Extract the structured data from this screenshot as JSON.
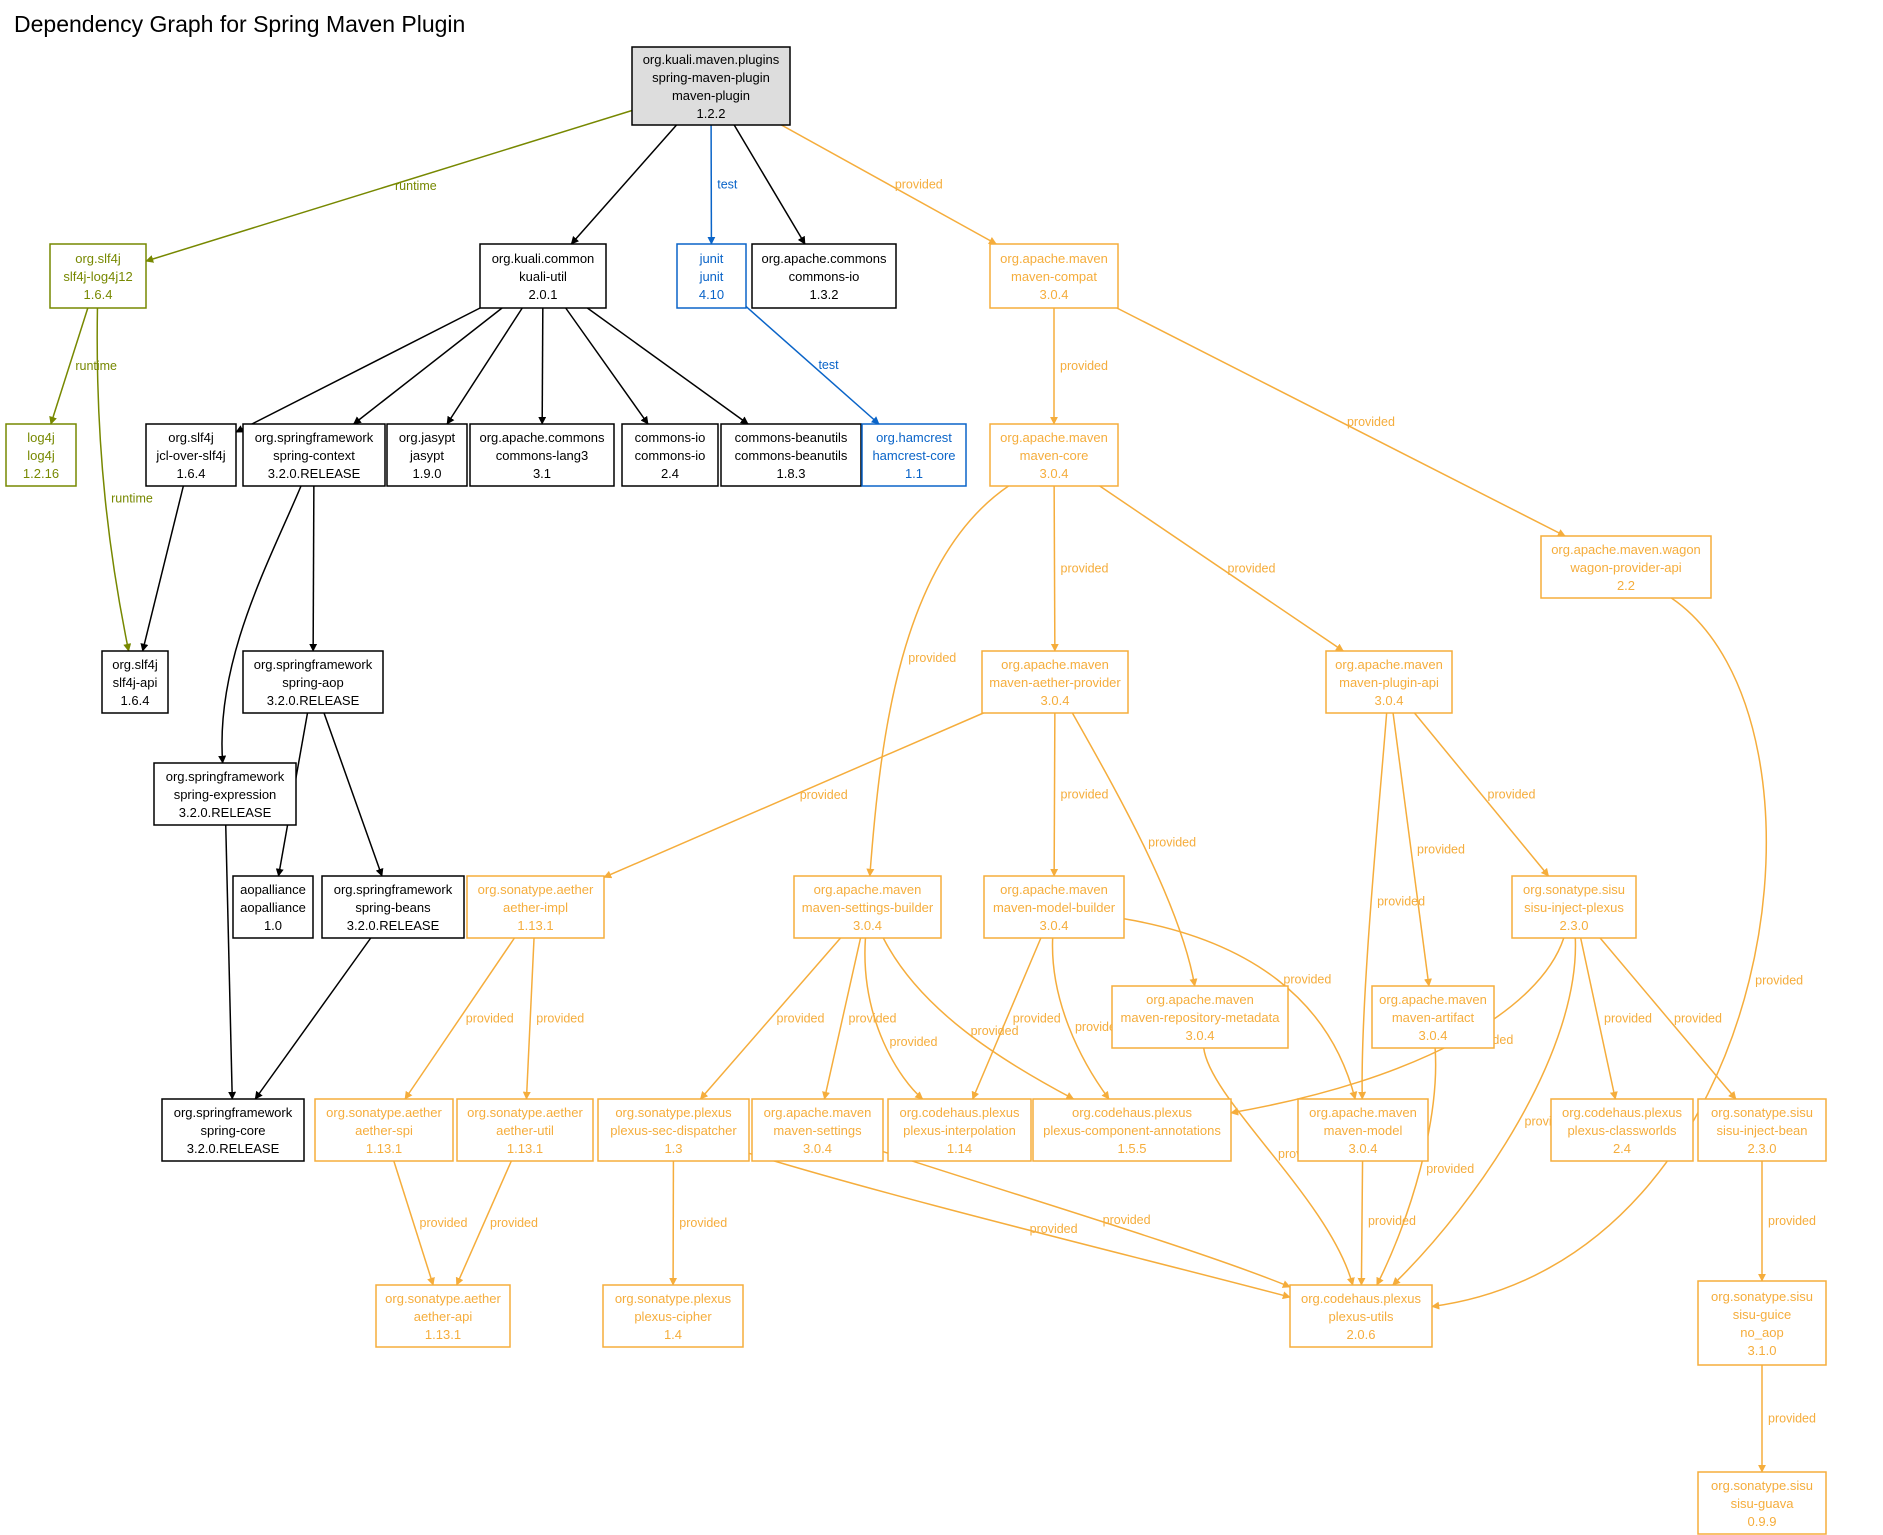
{
  "title": "Dependency Graph for Spring Maven Plugin",
  "colors": {
    "compile": "#000000",
    "root_fill": "#dddddd",
    "runtime": "#778800",
    "test": "#0a64c8",
    "provided": "#f5ad3c"
  },
  "nodes": [
    {
      "id": "spring-maven-plugin",
      "lines": [
        "org.kuali.maven.plugins",
        "spring-maven-plugin",
        "maven-plugin",
        "1.2.2"
      ],
      "scope": "root"
    },
    {
      "id": "slf4j-log4j12",
      "lines": [
        "org.slf4j",
        "slf4j-log4j12",
        "1.6.4"
      ],
      "scope": "runtime"
    },
    {
      "id": "log4j",
      "lines": [
        "log4j",
        "log4j",
        "1.2.16"
      ],
      "scope": "runtime"
    },
    {
      "id": "kuali-util",
      "lines": [
        "org.kuali.common",
        "kuali-util",
        "2.0.1"
      ],
      "scope": "compile"
    },
    {
      "id": "junit",
      "lines": [
        "junit",
        "junit",
        "4.10"
      ],
      "scope": "test"
    },
    {
      "id": "commons-io-132",
      "lines": [
        "org.apache.commons",
        "commons-io",
        "1.3.2"
      ],
      "scope": "compile"
    },
    {
      "id": "maven-compat",
      "lines": [
        "org.apache.maven",
        "maven-compat",
        "3.0.4"
      ],
      "scope": "provided"
    },
    {
      "id": "jcl-over-slf4j",
      "lines": [
        "org.slf4j",
        "jcl-over-slf4j",
        "1.6.4"
      ],
      "scope": "compile"
    },
    {
      "id": "spring-context",
      "lines": [
        "org.springframework",
        "spring-context",
        "3.2.0.RELEASE"
      ],
      "scope": "compile"
    },
    {
      "id": "jasypt",
      "lines": [
        "org.jasypt",
        "jasypt",
        "1.9.0"
      ],
      "scope": "compile"
    },
    {
      "id": "commons-lang3",
      "lines": [
        "org.apache.commons",
        "commons-lang3",
        "3.1"
      ],
      "scope": "compile"
    },
    {
      "id": "commons-io-24",
      "lines": [
        "commons-io",
        "commons-io",
        "2.4"
      ],
      "scope": "compile"
    },
    {
      "id": "commons-beanutils",
      "lines": [
        "commons-beanutils",
        "commons-beanutils",
        "1.8.3"
      ],
      "scope": "compile"
    },
    {
      "id": "hamcrest-core",
      "lines": [
        "org.hamcrest",
        "hamcrest-core",
        "1.1"
      ],
      "scope": "test"
    },
    {
      "id": "maven-core",
      "lines": [
        "org.apache.maven",
        "maven-core",
        "3.0.4"
      ],
      "scope": "provided"
    },
    {
      "id": "slf4j-api",
      "lines": [
        "org.slf4j",
        "slf4j-api",
        "1.6.4"
      ],
      "scope": "compile"
    },
    {
      "id": "spring-aop",
      "lines": [
        "org.springframework",
        "spring-aop",
        "3.2.0.RELEASE"
      ],
      "scope": "compile"
    },
    {
      "id": "wagon-provider-api",
      "lines": [
        "org.apache.maven.wagon",
        "wagon-provider-api",
        "2.2"
      ],
      "scope": "provided"
    },
    {
      "id": "maven-aether-provider",
      "lines": [
        "org.apache.maven",
        "maven-aether-provider",
        "3.0.4"
      ],
      "scope": "provided"
    },
    {
      "id": "maven-plugin-api",
      "lines": [
        "org.apache.maven",
        "maven-plugin-api",
        "3.0.4"
      ],
      "scope": "provided"
    },
    {
      "id": "spring-expression",
      "lines": [
        "org.springframework",
        "spring-expression",
        "3.2.0.RELEASE"
      ],
      "scope": "compile"
    },
    {
      "id": "aopalliance",
      "lines": [
        "aopalliance",
        "aopalliance",
        "1.0"
      ],
      "scope": "compile"
    },
    {
      "id": "spring-beans",
      "lines": [
        "org.springframework",
        "spring-beans",
        "3.2.0.RELEASE"
      ],
      "scope": "compile"
    },
    {
      "id": "aether-impl",
      "lines": [
        "org.sonatype.aether",
        "aether-impl",
        "1.13.1"
      ],
      "scope": "provided"
    },
    {
      "id": "maven-settings-builder",
      "lines": [
        "org.apache.maven",
        "maven-settings-builder",
        "3.0.4"
      ],
      "scope": "provided"
    },
    {
      "id": "maven-model-builder",
      "lines": [
        "org.apache.maven",
        "maven-model-builder",
        "3.0.4"
      ],
      "scope": "provided"
    },
    {
      "id": "sisu-inject-plexus",
      "lines": [
        "org.sonatype.sisu",
        "sisu-inject-plexus",
        "2.3.0"
      ],
      "scope": "provided"
    },
    {
      "id": "maven-repository-metadata",
      "lines": [
        "org.apache.maven",
        "maven-repository-metadata",
        "3.0.4"
      ],
      "scope": "provided"
    },
    {
      "id": "maven-artifact",
      "lines": [
        "org.apache.maven",
        "maven-artifact",
        "3.0.4"
      ],
      "scope": "provided"
    },
    {
      "id": "spring-core",
      "lines": [
        "org.springframework",
        "spring-core",
        "3.2.0.RELEASE"
      ],
      "scope": "compile"
    },
    {
      "id": "aether-spi",
      "lines": [
        "org.sonatype.aether",
        "aether-spi",
        "1.13.1"
      ],
      "scope": "provided"
    },
    {
      "id": "aether-util",
      "lines": [
        "org.sonatype.aether",
        "aether-util",
        "1.13.1"
      ],
      "scope": "provided"
    },
    {
      "id": "plexus-sec-dispatcher",
      "lines": [
        "org.sonatype.plexus",
        "plexus-sec-dispatcher",
        "1.3"
      ],
      "scope": "provided"
    },
    {
      "id": "maven-settings",
      "lines": [
        "org.apache.maven",
        "maven-settings",
        "3.0.4"
      ],
      "scope": "provided"
    },
    {
      "id": "plexus-interpolation",
      "lines": [
        "org.codehaus.plexus",
        "plexus-interpolation",
        "1.14"
      ],
      "scope": "provided"
    },
    {
      "id": "plexus-component-annotations",
      "lines": [
        "org.codehaus.plexus",
        "plexus-component-annotations",
        "1.5.5"
      ],
      "scope": "provided"
    },
    {
      "id": "maven-model",
      "lines": [
        "org.apache.maven",
        "maven-model",
        "3.0.4"
      ],
      "scope": "provided"
    },
    {
      "id": "plexus-classworlds",
      "lines": [
        "org.codehaus.plexus",
        "plexus-classworlds",
        "2.4"
      ],
      "scope": "provided"
    },
    {
      "id": "sisu-inject-bean",
      "lines": [
        "org.sonatype.sisu",
        "sisu-inject-bean",
        "2.3.0"
      ],
      "scope": "provided"
    },
    {
      "id": "aether-api",
      "lines": [
        "org.sonatype.aether",
        "aether-api",
        "1.13.1"
      ],
      "scope": "provided"
    },
    {
      "id": "plexus-cipher",
      "lines": [
        "org.sonatype.plexus",
        "plexus-cipher",
        "1.4"
      ],
      "scope": "provided"
    },
    {
      "id": "plexus-utils",
      "lines": [
        "org.codehaus.plexus",
        "plexus-utils",
        "2.0.6"
      ],
      "scope": "provided"
    },
    {
      "id": "sisu-guice",
      "lines": [
        "org.sonatype.sisu",
        "sisu-guice",
        "no_aop",
        "3.1.0"
      ],
      "scope": "provided"
    },
    {
      "id": "sisu-guava",
      "lines": [
        "org.sonatype.sisu",
        "sisu-guava",
        "0.9.9"
      ],
      "scope": "provided"
    }
  ],
  "edges": [
    {
      "from": "spring-maven-plugin",
      "to": "slf4j-log4j12",
      "scope": "runtime",
      "label": "runtime"
    },
    {
      "from": "spring-maven-plugin",
      "to": "kuali-util",
      "scope": "compile",
      "label": ""
    },
    {
      "from": "spring-maven-plugin",
      "to": "junit",
      "scope": "test",
      "label": "test"
    },
    {
      "from": "spring-maven-plugin",
      "to": "commons-io-132",
      "scope": "compile",
      "label": ""
    },
    {
      "from": "spring-maven-plugin",
      "to": "maven-compat",
      "scope": "provided",
      "label": "provided"
    },
    {
      "from": "slf4j-log4j12",
      "to": "log4j",
      "scope": "runtime",
      "label": "runtime"
    },
    {
      "from": "slf4j-log4j12",
      "to": "slf4j-api",
      "scope": "runtime",
      "label": "runtime"
    },
    {
      "from": "kuali-util",
      "to": "jcl-over-slf4j",
      "scope": "compile",
      "label": ""
    },
    {
      "from": "kuali-util",
      "to": "spring-context",
      "scope": "compile",
      "label": ""
    },
    {
      "from": "kuali-util",
      "to": "jasypt",
      "scope": "compile",
      "label": ""
    },
    {
      "from": "kuali-util",
      "to": "commons-lang3",
      "scope": "compile",
      "label": ""
    },
    {
      "from": "kuali-util",
      "to": "commons-io-24",
      "scope": "compile",
      "label": ""
    },
    {
      "from": "kuali-util",
      "to": "commons-beanutils",
      "scope": "compile",
      "label": ""
    },
    {
      "from": "junit",
      "to": "hamcrest-core",
      "scope": "test",
      "label": "test"
    },
    {
      "from": "maven-compat",
      "to": "maven-core",
      "scope": "provided",
      "label": "provided"
    },
    {
      "from": "maven-compat",
      "to": "wagon-provider-api",
      "scope": "provided",
      "label": "provided"
    },
    {
      "from": "jcl-over-slf4j",
      "to": "slf4j-api",
      "scope": "compile",
      "label": ""
    },
    {
      "from": "spring-context",
      "to": "spring-aop",
      "scope": "compile",
      "label": ""
    },
    {
      "from": "spring-context",
      "to": "spring-expression",
      "scope": "compile",
      "label": ""
    },
    {
      "from": "maven-core",
      "to": "maven-aether-provider",
      "scope": "provided",
      "label": "provided"
    },
    {
      "from": "maven-core",
      "to": "maven-plugin-api",
      "scope": "provided",
      "label": "provided"
    },
    {
      "from": "maven-core",
      "to": "maven-settings-builder",
      "scope": "provided",
      "label": "provided"
    },
    {
      "from": "spring-aop",
      "to": "aopalliance",
      "scope": "compile",
      "label": ""
    },
    {
      "from": "spring-aop",
      "to": "spring-beans",
      "scope": "compile",
      "label": ""
    },
    {
      "from": "wagon-provider-api",
      "to": "plexus-utils",
      "scope": "provided",
      "label": "provided"
    },
    {
      "from": "maven-aether-provider",
      "to": "aether-impl",
      "scope": "provided",
      "label": "provided"
    },
    {
      "from": "maven-aether-provider",
      "to": "maven-model-builder",
      "scope": "provided",
      "label": "provided"
    },
    {
      "from": "maven-aether-provider",
      "to": "maven-repository-metadata",
      "scope": "provided",
      "label": "provided"
    },
    {
      "from": "maven-plugin-api",
      "to": "maven-model",
      "scope": "provided",
      "label": "provided"
    },
    {
      "from": "maven-plugin-api",
      "to": "maven-artifact",
      "scope": "provided",
      "label": "provided"
    },
    {
      "from": "maven-plugin-api",
      "to": "sisu-inject-plexus",
      "scope": "provided",
      "label": "provided"
    },
    {
      "from": "spring-expression",
      "to": "spring-core",
      "scope": "compile",
      "label": ""
    },
    {
      "from": "spring-beans",
      "to": "spring-core",
      "scope": "compile",
      "label": ""
    },
    {
      "from": "aether-impl",
      "to": "aether-spi",
      "scope": "provided",
      "label": "provided"
    },
    {
      "from": "aether-impl",
      "to": "aether-util",
      "scope": "provided",
      "label": "provided"
    },
    {
      "from": "maven-settings-builder",
      "to": "plexus-sec-dispatcher",
      "scope": "provided",
      "label": "provided"
    },
    {
      "from": "maven-settings-builder",
      "to": "maven-settings",
      "scope": "provided",
      "label": "provided"
    },
    {
      "from": "maven-settings-builder",
      "to": "plexus-interpolation",
      "scope": "provided",
      "label": "provided"
    },
    {
      "from": "maven-settings-builder",
      "to": "plexus-component-annotations",
      "scope": "provided",
      "label": "provided"
    },
    {
      "from": "maven-model-builder",
      "to": "plexus-interpolation",
      "scope": "provided",
      "label": "provided"
    },
    {
      "from": "maven-model-builder",
      "to": "plexus-component-annotations",
      "scope": "provided",
      "label": "provided"
    },
    {
      "from": "maven-model-builder",
      "to": "maven-model",
      "scope": "provided",
      "label": "provided"
    },
    {
      "from": "maven-repository-metadata",
      "to": "plexus-utils",
      "scope": "provided",
      "label": "provided"
    },
    {
      "from": "maven-artifact",
      "to": "plexus-utils",
      "scope": "provided",
      "label": "provided"
    },
    {
      "from": "sisu-inject-plexus",
      "to": "plexus-component-annotations",
      "scope": "provided",
      "label": "provided"
    },
    {
      "from": "sisu-inject-plexus",
      "to": "plexus-utils",
      "scope": "provided",
      "label": "provided"
    },
    {
      "from": "sisu-inject-plexus",
      "to": "plexus-classworlds",
      "scope": "provided",
      "label": "provided"
    },
    {
      "from": "sisu-inject-plexus",
      "to": "sisu-inject-bean",
      "scope": "provided",
      "label": "provided"
    },
    {
      "from": "aether-spi",
      "to": "aether-api",
      "scope": "provided",
      "label": "provided"
    },
    {
      "from": "aether-util",
      "to": "aether-api",
      "scope": "provided",
      "label": "provided"
    },
    {
      "from": "plexus-sec-dispatcher",
      "to": "plexus-cipher",
      "scope": "provided",
      "label": "provided"
    },
    {
      "from": "plexus-sec-dispatcher",
      "to": "plexus-utils",
      "scope": "provided",
      "label": "provided"
    },
    {
      "from": "maven-settings",
      "to": "plexus-utils",
      "scope": "provided",
      "label": "provided"
    },
    {
      "from": "maven-model",
      "to": "plexus-utils",
      "scope": "provided",
      "label": "provided"
    },
    {
      "from": "sisu-inject-bean",
      "to": "sisu-guice",
      "scope": "provided",
      "label": "provided"
    },
    {
      "from": "sisu-guice",
      "to": "sisu-guava",
      "scope": "provided",
      "label": "provided"
    }
  ]
}
